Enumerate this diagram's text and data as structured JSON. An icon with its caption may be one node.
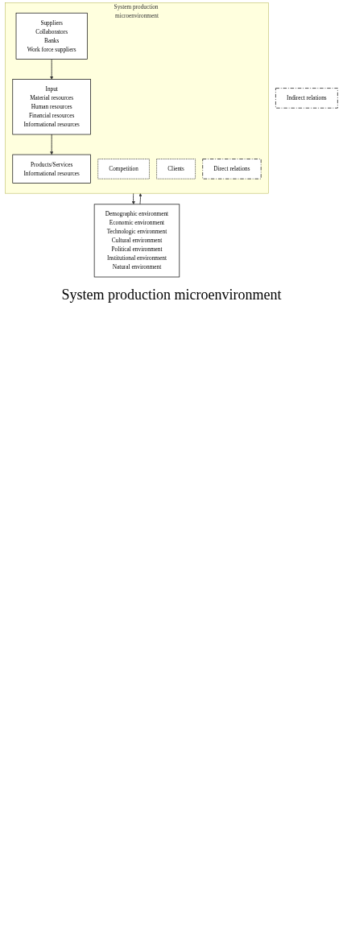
{
  "diagram": {
    "nodes": [
      {
        "text": [
          "System production microenvironment"
        ]
      },
      {
        "text": [
          "Suppliers",
          "Collaborators",
          "Banks",
          "Work force suppliers"
        ],
        "in": 0
      },
      {
        "text": [
          "Input",
          "Material resources",
          "Human resources",
          "Financial resources",
          "Informational resources"
        ],
        "in": 0
      },
      {
        "text": [
          "Products/Services",
          "Informational resources"
        ],
        "in": 0
      },
      {
        "text": [
          "Competition"
        ],
        "in": 0
      },
      {
        "text": [
          "Clients"
        ],
        "in": 0
      },
      {
        "text": [
          "Direct relations"
        ],
        "in": 0
      },
      {
        "text": [
          "Indirect relations"
        ]
      },
      {
        "text": [
          "Demographic environment",
          "Economic environment",
          "Technologic environment",
          "Cultural environment",
          "Political environment",
          "Institutional environment",
          "Natural environment"
        ]
      }
    ],
    "edges": [
      {
        "from": 1,
        "to": 2,
        "arrow": "to"
      },
      {
        "from": 2,
        "to": 3,
        "arrow": "to"
      },
      {
        "from": 8,
        "to": 0,
        "arrow": "to"
      },
      {
        "from": 0,
        "to": 8,
        "arrow": "to"
      }
    ],
    "labels": [
      "System production microenvironment"
    ]
  }
}
